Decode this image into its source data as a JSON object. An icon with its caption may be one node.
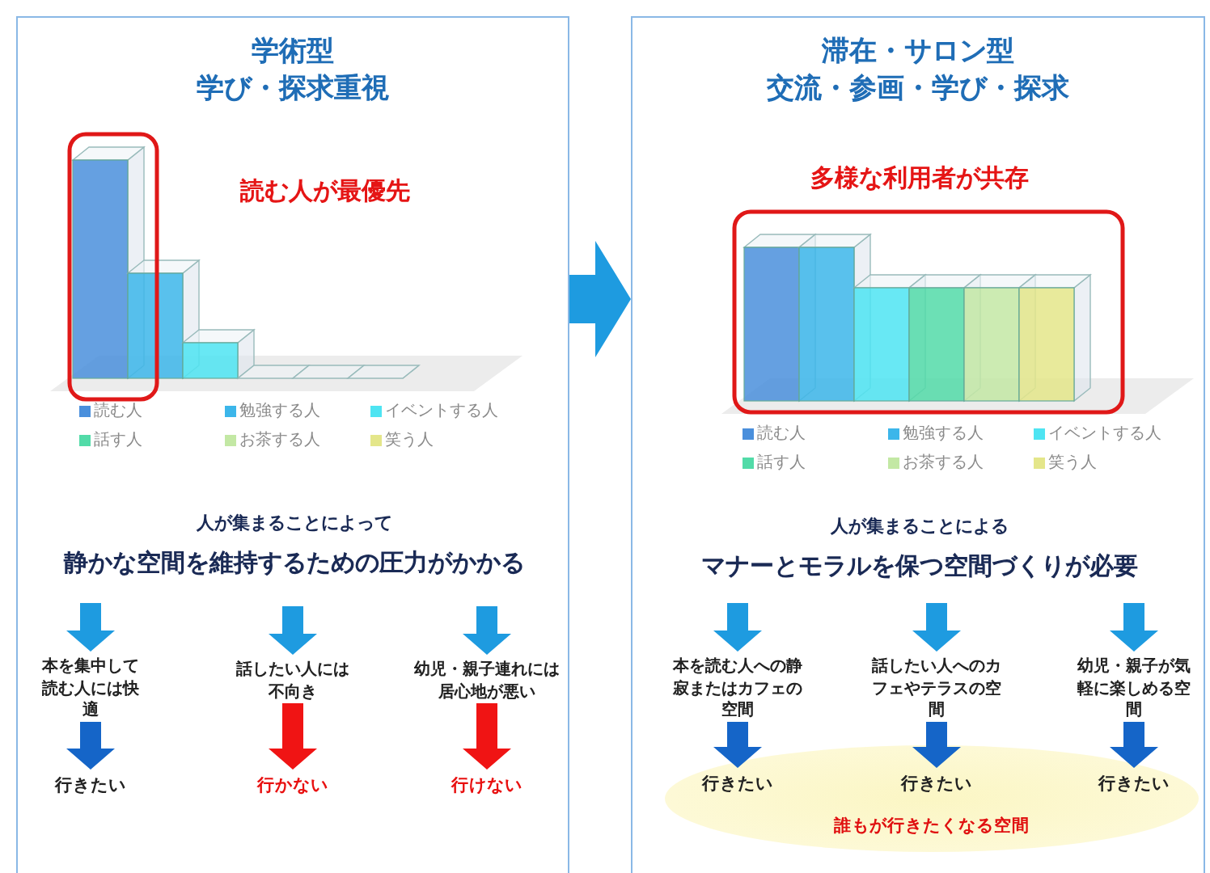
{
  "diagram": {
    "nodes": [
      {
        "text": [
          "学術型",
          "学び・探求重視"
        ]
      },
      {
        "text": [
          "滞在・サロン型",
          "交流・参画・学び・探求"
        ]
      },
      {
        "text": [
          "本を集中して読む人には快適"
        ],
        "in": 0
      },
      {
        "text": [
          "行きたい"
        ],
        "in": 0
      },
      {
        "text": [
          "話したい人には不向き"
        ],
        "in": 0
      },
      {
        "text": [
          "行かない"
        ],
        "in": 0
      },
      {
        "text": [
          "幼児・親子連れには居心地が悪い"
        ],
        "in": 0
      },
      {
        "text": [
          "行けない"
        ],
        "in": 0
      },
      {
        "text": [
          "本を読む人への静寂またはカフェの空間"
        ],
        "in": 1
      },
      {
        "text": [
          "話したい人へのカフェやテラスの空間"
        ],
        "in": 1
      },
      {
        "text": [
          "幼児・親子が気軽に楽しめる空間"
        ],
        "in": 1
      },
      {
        "text": [
          "誰もが行きたくなる空間"
        ],
        "in": 1
      },
      {
        "text": [
          "行きたい"
        ],
        "in": 11
      },
      {
        "text": [
          "行きたい"
        ],
        "in": 11
      },
      {
        "text": [
          "行きたい"
        ],
        "in": 11
      }
    ],
    "edges": [
      {
        "from": 0,
        "to": 1,
        "arrow": "to",
        "style": "thick"
      },
      {
        "from": null,
        "to": 2,
        "arrow": "to",
        "style": "thick"
      },
      {
        "from": 2,
        "to": 3,
        "arrow": "to",
        "style": "thick",
        "color": "#1565c8"
      },
      {
        "from": null,
        "to": 4,
        "arrow": "to",
        "style": "thick"
      },
      {
        "from": 4,
        "to": 5,
        "arrow": "to",
        "style": "thick",
        "color": "#f01414"
      },
      {
        "from": null,
        "to": 6,
        "arrow": "to",
        "style": "thick"
      },
      {
        "from": 6,
        "to": 7,
        "arrow": "to",
        "style": "thick",
        "color": "#f01414"
      },
      {
        "from": null,
        "to": 8,
        "arrow": "to",
        "style": "thick"
      },
      {
        "from": 8,
        "to": 12,
        "arrow": "to",
        "style": "thick",
        "color": "#1565c8"
      },
      {
        "from": null,
        "to": 9,
        "arrow": "to",
        "style": "thick"
      },
      {
        "from": 9,
        "to": 13,
        "arrow": "to",
        "style": "thick",
        "color": "#1565c8"
      },
      {
        "from": null,
        "to": 10,
        "arrow": "to",
        "style": "thick"
      },
      {
        "from": 10,
        "to": 14,
        "arrow": "to",
        "style": "thick",
        "color": "#1565c8"
      }
    ],
    "labels": [
      "読む人が最優先",
      "人が集まることによって",
      "静かな空間を維持するための**圧力がかかる**",
      "多様な利用者が共存",
      "人が集まることによる",
      "**マナーとモラル**を保つ空間づくりが必要"
    ],
    "legend": [
      {
        "text": "読む人",
        "color": "#4a8fdc"
      },
      {
        "text": "勉強する人",
        "color": "#3cb6ea"
      },
      {
        "text": "イベントする人",
        "color": "#4ee4f2"
      },
      {
        "text": "話す人",
        "color": "#52dba8"
      },
      {
        "text": "お茶する人",
        "color": "#c3e8a4"
      },
      {
        "text": "笑う人",
        "color": "#e4e68a"
      },
      {
        "text": "読む人",
        "color": "#4a8fdc"
      },
      {
        "text": "勉強する人",
        "color": "#3cb6ea"
      },
      {
        "text": "イベントする人",
        "color": "#4ee4f2"
      },
      {
        "text": "話す人",
        "color": "#52dba8"
      },
      {
        "text": "お茶する人",
        "color": "#c3e8a4"
      },
      {
        "text": "笑う人",
        "color": "#e4e68a"
      }
    ]
  }
}
